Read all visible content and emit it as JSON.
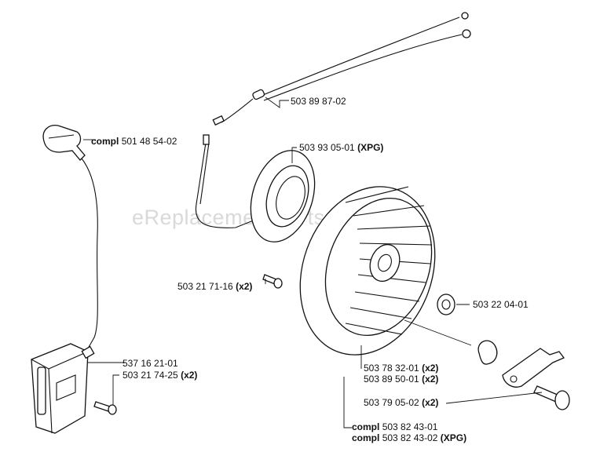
{
  "watermark": "eReplacementParts.com",
  "labels": [
    {
      "id": "boot",
      "prefix": "compl",
      "number": "501 48 54-02",
      "suffix": ""
    },
    {
      "id": "wire",
      "prefix": "",
      "number": "503 89 87-02",
      "suffix": ""
    },
    {
      "id": "coil",
      "prefix": "",
      "number": "503 93 05-01",
      "suffix": "(XPG)"
    },
    {
      "id": "coil-screw",
      "prefix": "",
      "number": "503 21 71-16",
      "suffix": "(x2)"
    },
    {
      "id": "nut",
      "prefix": "",
      "number": "503 22 04-01",
      "suffix": ""
    },
    {
      "id": "module",
      "prefix": "",
      "number": "537 16 21-01",
      "suffix": ""
    },
    {
      "id": "module-screw",
      "prefix": "",
      "number": "503 21 74-25",
      "suffix": "(x2)"
    },
    {
      "id": "spring",
      "prefix": "",
      "number": "503 78 32-01",
      "suffix": "(x2)"
    },
    {
      "id": "pawl",
      "prefix": "",
      "number": "503 89 50-01",
      "suffix": "(x2)"
    },
    {
      "id": "pin",
      "prefix": "",
      "number": "503 79 05-02",
      "suffix": "(x2)"
    },
    {
      "id": "flywheel",
      "prefix": "compl",
      "number": "503 82 43-01",
      "suffix": ""
    },
    {
      "id": "flywheel-xpg",
      "prefix": "compl",
      "number": "503 82 43-02",
      "suffix": "(XPG)"
    }
  ]
}
